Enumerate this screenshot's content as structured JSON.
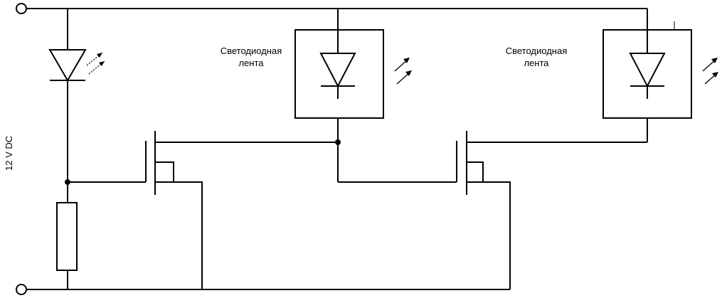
{
  "supply": {
    "label": "12 V DC"
  },
  "strips": [
    {
      "line1": "Светодиодная",
      "line2": "лента"
    },
    {
      "line1": "Светодиодная",
      "line2": "лента"
    }
  ],
  "colors": {
    "wire": "#000000",
    "background": "#ffffff"
  },
  "icons": [
    "terminal-icon",
    "led-icon",
    "diode-icon",
    "light-emission-arrows-icon",
    "mosfet-icon",
    "resistor-icon",
    "junction-dot-icon"
  ]
}
